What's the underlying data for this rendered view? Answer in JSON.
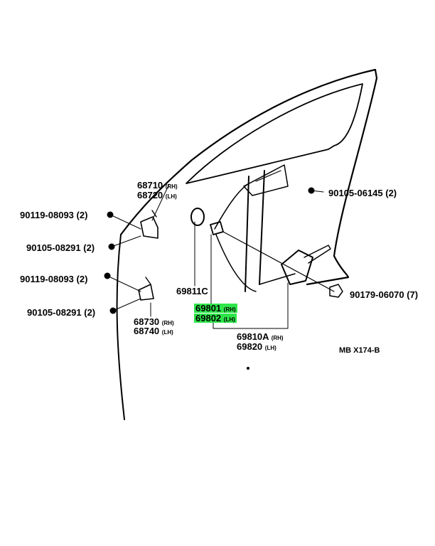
{
  "labels": {
    "p68710": "68710",
    "p68710_side": "(RH)",
    "p68720": "68720",
    "p68720_side": "(LH)",
    "p90105_06145": "90105-06145 (2)",
    "p90119_08093_top": "90119-08093 (2)",
    "p90105_08291_top": "90105-08291 (2)",
    "p90119_08093_bottom": "90119-08093 (2)",
    "p90105_08291_bottom": "90105-08291 (2)",
    "p69811c": "69811C",
    "p69801": "69801",
    "p69801_side": "(RH)",
    "p69802": "69802",
    "p69802_side": "(LH)",
    "p90179_06070": "90179-06070 (7)",
    "p68730": "68730",
    "p68730_side": "(RH)",
    "p68740": "68740",
    "p68740_side": "(LH)",
    "p69810a": "69810A",
    "p69810a_side": "(RH)",
    "p69820": "69820",
    "p69820_side": "(LH)",
    "diagram_code": "MB  X174-B"
  },
  "colors": {
    "highlight": "#2ee64a",
    "ink": "#000000"
  }
}
